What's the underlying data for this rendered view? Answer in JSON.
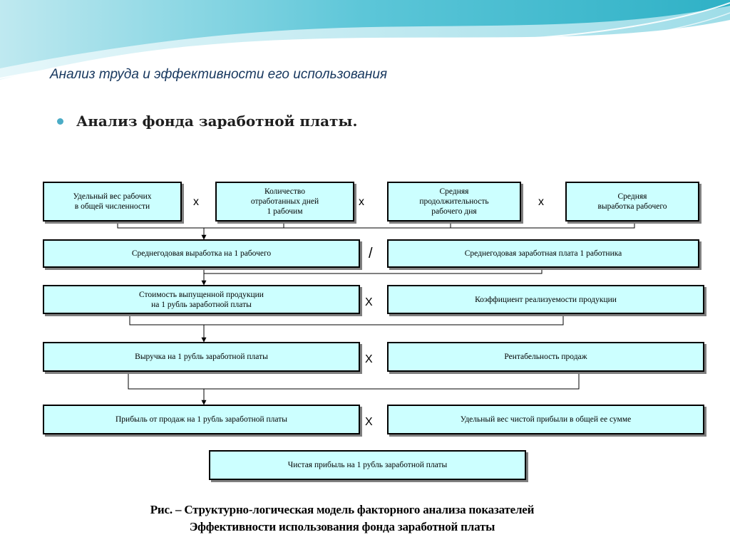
{
  "slide": {
    "title": "Анализ труда и эффективности его использования",
    "bullet": "Анализ фонда заработной платы."
  },
  "diagram": {
    "row1": [
      "Удельный вес рабочих\nв общей численности",
      "Количество\nотработанных дней\n1 рабочим",
      "Средняя\nпродолжительность\nрабочего дня",
      "Средняя\nвыработка рабочего"
    ],
    "row2": [
      "Среднегодовая выработка на 1 рабочего",
      "Среднегодовая заработная плата 1 работника"
    ],
    "row3": [
      "Стоимость выпущенной продукции\nна 1 рубль заработной платы",
      "Коэффициент реализуемости продукции"
    ],
    "row4": [
      "Выручка на 1 рубль заработной платы",
      "Рентабельность продаж"
    ],
    "row5": [
      "Прибыль от продаж на 1 рубль заработной платы",
      "Удельный вес чистой прибыли в общей ее сумме"
    ],
    "row6": "Чистая прибыль на 1 рубль заработной платы",
    "ops": {
      "multiply": "х",
      "multiply_upper": "Х",
      "divide": "/"
    }
  },
  "caption": {
    "line1": "Рис. – Структурно-логическая модель факторного анализа показателей",
    "line2": "Эффективности использования фонда заработной платы"
  },
  "colors": {
    "box_fill": "#ccffff",
    "title": "#17375e",
    "bullet": "#4bacc6",
    "wave_dark": "#31b4c8",
    "wave_light": "#a9e4ee"
  }
}
